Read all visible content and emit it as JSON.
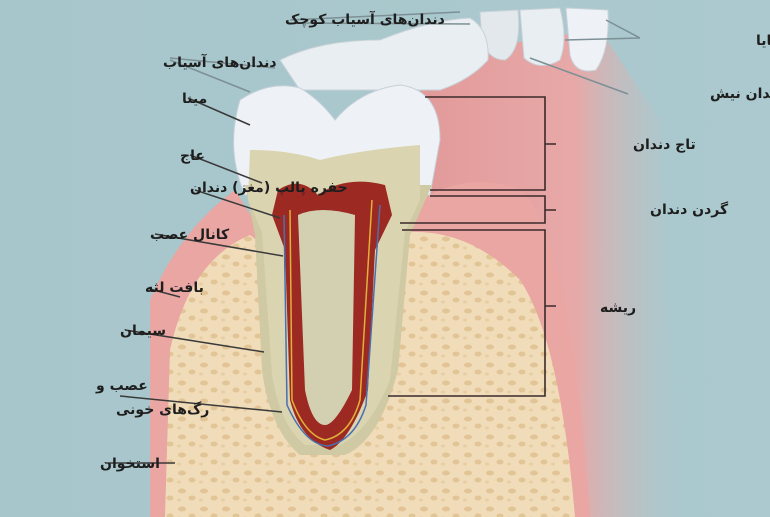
{
  "title": "Tooth anatomy",
  "labels": {
    "premolars": "دندان‌های آسیاب کوچک",
    "molars": "دندان‌های آسیاب",
    "enamel": "مینا",
    "dentin": "عاج",
    "pulp_cavity": "حفره پالپ (مغز) دندان",
    "root_canal": "کانال عصب",
    "gum_tissue": "بافت لثه",
    "cementum": "سیمان",
    "nerves_line1": "عصب و",
    "nerves_line2": "رگ‌های خونی",
    "bone": "استخوان",
    "incisors": "دندان‌های ثنایا",
    "canine": "دندان نیش",
    "crown": "تاج دندان",
    "neck": "گردن دندان",
    "root": "ریشه"
  },
  "colors": {
    "background": "#a9c9cd",
    "gum": "#e8a3a3",
    "bone": "#f0d9b5",
    "enamel": "#eef2f6",
    "dentin": "#d9d1ab",
    "pulp": "#9a2a22"
  }
}
